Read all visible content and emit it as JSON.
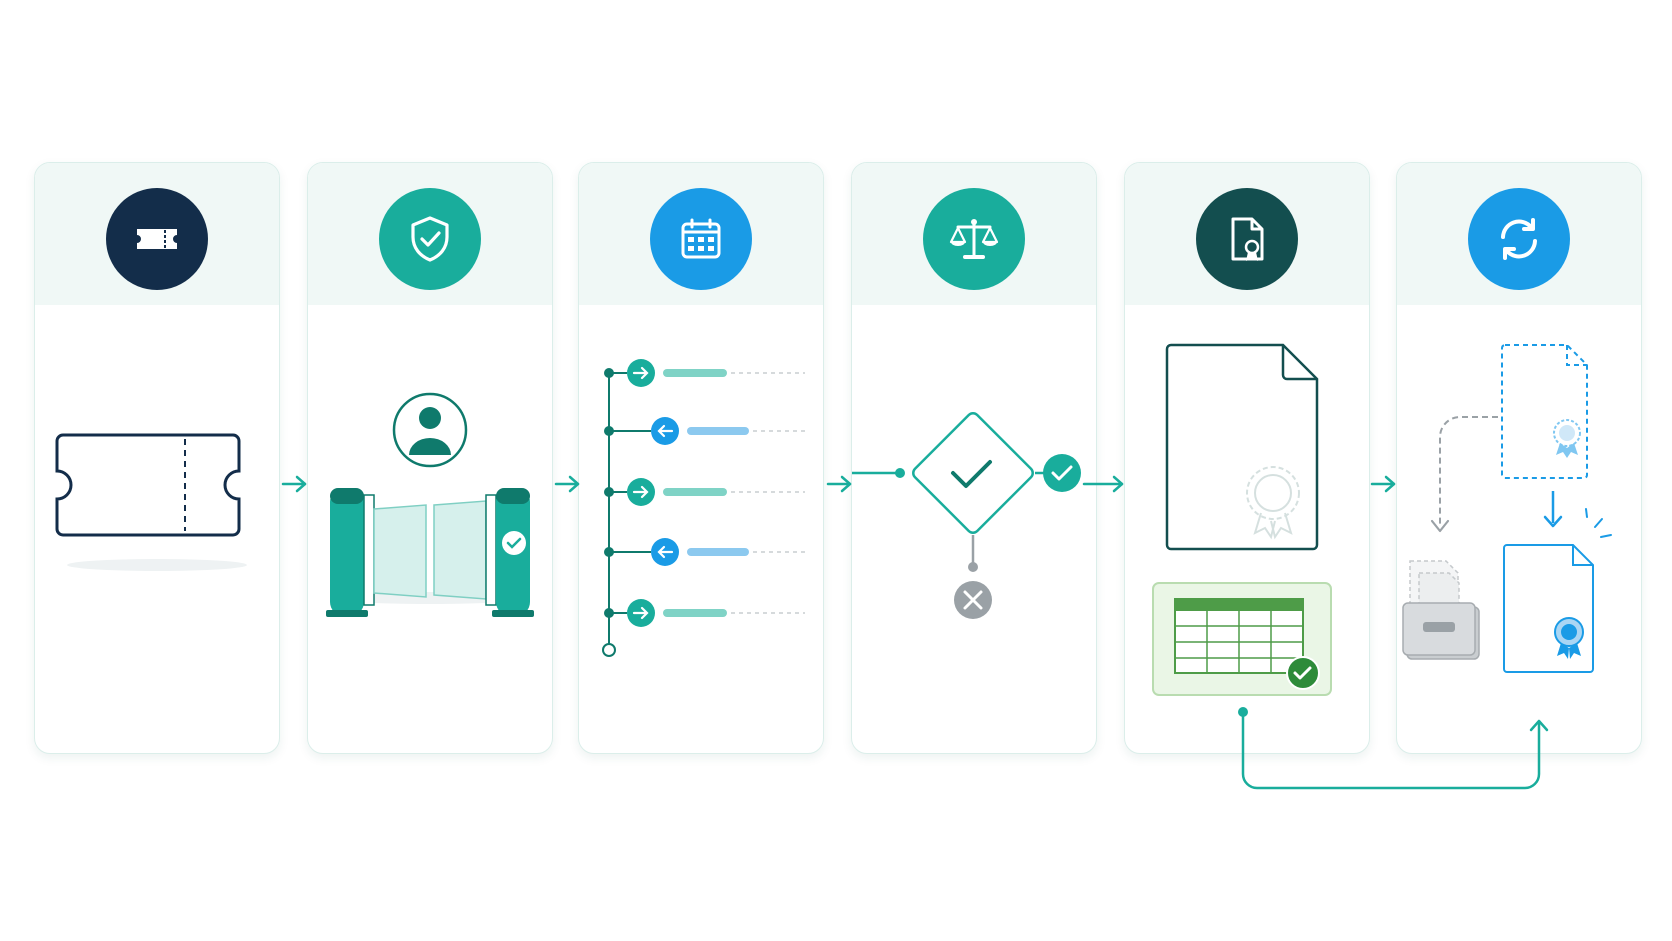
{
  "colors": {
    "navy": "#132d4a",
    "teal": "#19ad9c",
    "teal_dark": "#0f7a6c",
    "blue": "#1a9be6",
    "dark_teal": "#134e4f",
    "green": "#2e8b3a",
    "gray": "#9aa1a6",
    "card_border": "#dbeeea",
    "card_head_bg": "#f0f8f6"
  },
  "stages": [
    {
      "badge_icon": "ticket-icon",
      "badge_color": "#132d4a",
      "scene": "ticket"
    },
    {
      "badge_icon": "shield-check-icon",
      "badge_color": "#19ad9c",
      "scene": "access-gate"
    },
    {
      "badge_icon": "calendar-icon",
      "badge_color": "#1a9be6",
      "scene": "timeline"
    },
    {
      "badge_icon": "scales-icon",
      "badge_color": "#19ad9c",
      "scene": "decision"
    },
    {
      "badge_icon": "document-certificate-icon",
      "badge_color": "#134e4f",
      "scene": "certificate-and-spreadsheet"
    },
    {
      "badge_icon": "sync-icon",
      "badge_color": "#1a9be6",
      "scene": "renewal-archive"
    }
  ]
}
